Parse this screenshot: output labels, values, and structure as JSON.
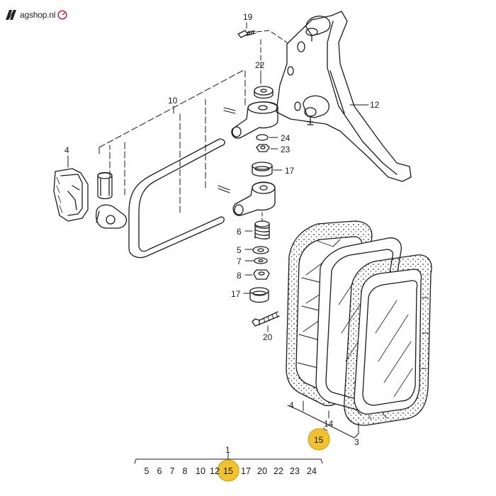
{
  "brand": {
    "logo_text": "agshop.nl",
    "accent": "#c8102e"
  },
  "callouts": {
    "c19": "19",
    "c22": "22",
    "c10": "10",
    "c12": "12",
    "c4a": "4",
    "c24": "24",
    "c23": "23",
    "c17a": "17",
    "c6": "6",
    "c5": "5",
    "c7": "7",
    "c8": "8",
    "c17b": "17",
    "c20": "20",
    "c4b": "4",
    "c14": "14",
    "c15": "15",
    "c3": "3",
    "c1": "1"
  },
  "assembly_sequence": [
    "5",
    "6",
    "7",
    "8",
    "10",
    "12",
    "15",
    "17",
    "20",
    "22",
    "23",
    "24"
  ],
  "highlight": {
    "part": "15",
    "color": "#f2c12e"
  }
}
